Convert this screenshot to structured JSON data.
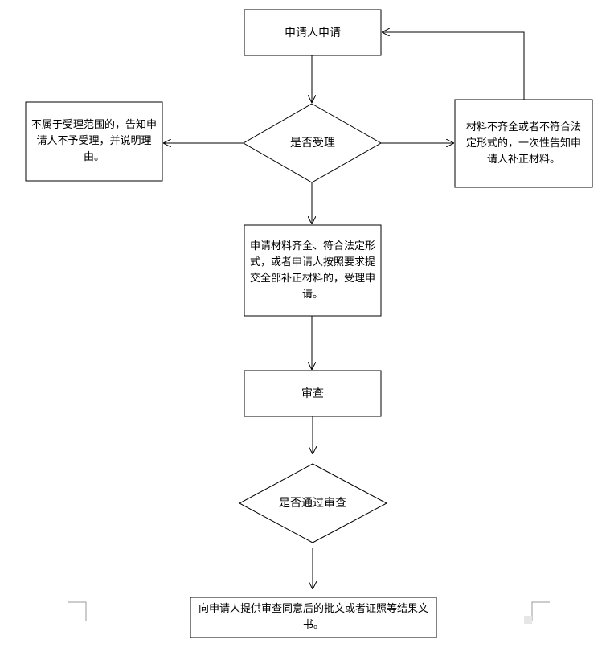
{
  "nodes": {
    "apply": "申请人申请",
    "accept_decision": "是否受理",
    "reject": "不属于受理范围的，告知申请人不予受理，并说明理由。",
    "supplement": "材料不齐全或者不符合法定形式的，一次性告知申请人补正材料。",
    "accept": "申请材料齐全、符合法定形式，或者申请人按照要求提交全部补正材料的，受理申请。",
    "review": "审查",
    "pass_decision": "是否通过审查",
    "result": "向申请人提供审查同意后的批文或者证照等结果文书。"
  }
}
